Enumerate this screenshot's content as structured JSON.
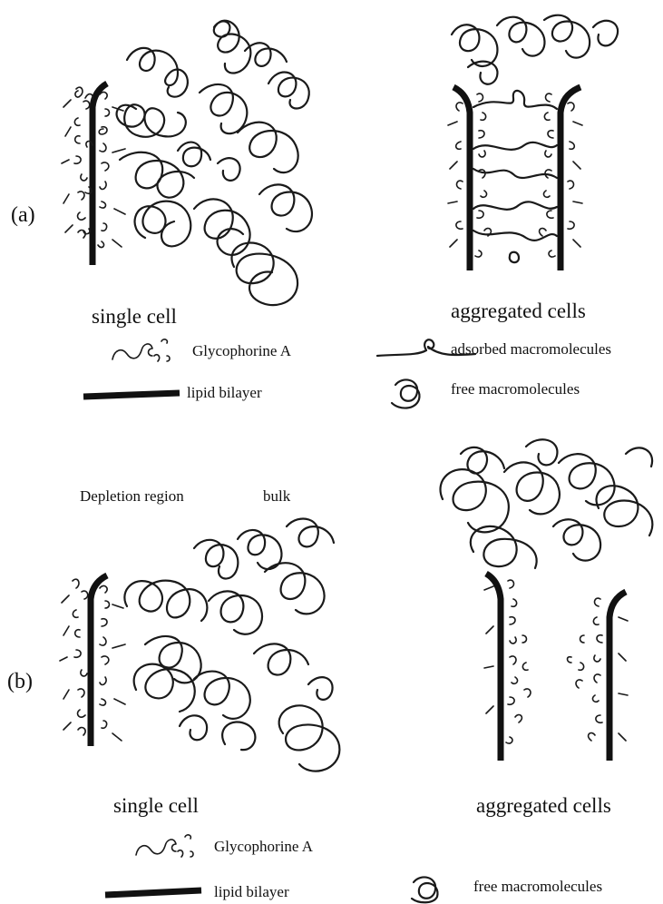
{
  "panels": [
    {
      "id": "a",
      "label": "(a)",
      "left_caption": "single cell",
      "right_caption": "aggregated cells",
      "legend": {
        "glycophorin": "Glycophorine A",
        "bilayer": "lipid bilayer",
        "adsorbed": "adsorbed macromolecules",
        "free": "free macromolecules"
      }
    },
    {
      "id": "b",
      "label": "(b)",
      "region_depletion": "Depletion region",
      "region_bulk": "bulk",
      "left_caption": "single cell",
      "right_caption": "aggregated cells",
      "legend": {
        "glycophorin": "Glycophorine A",
        "bilayer": "lipid bilayer",
        "free": "free macromolecules"
      }
    }
  ]
}
